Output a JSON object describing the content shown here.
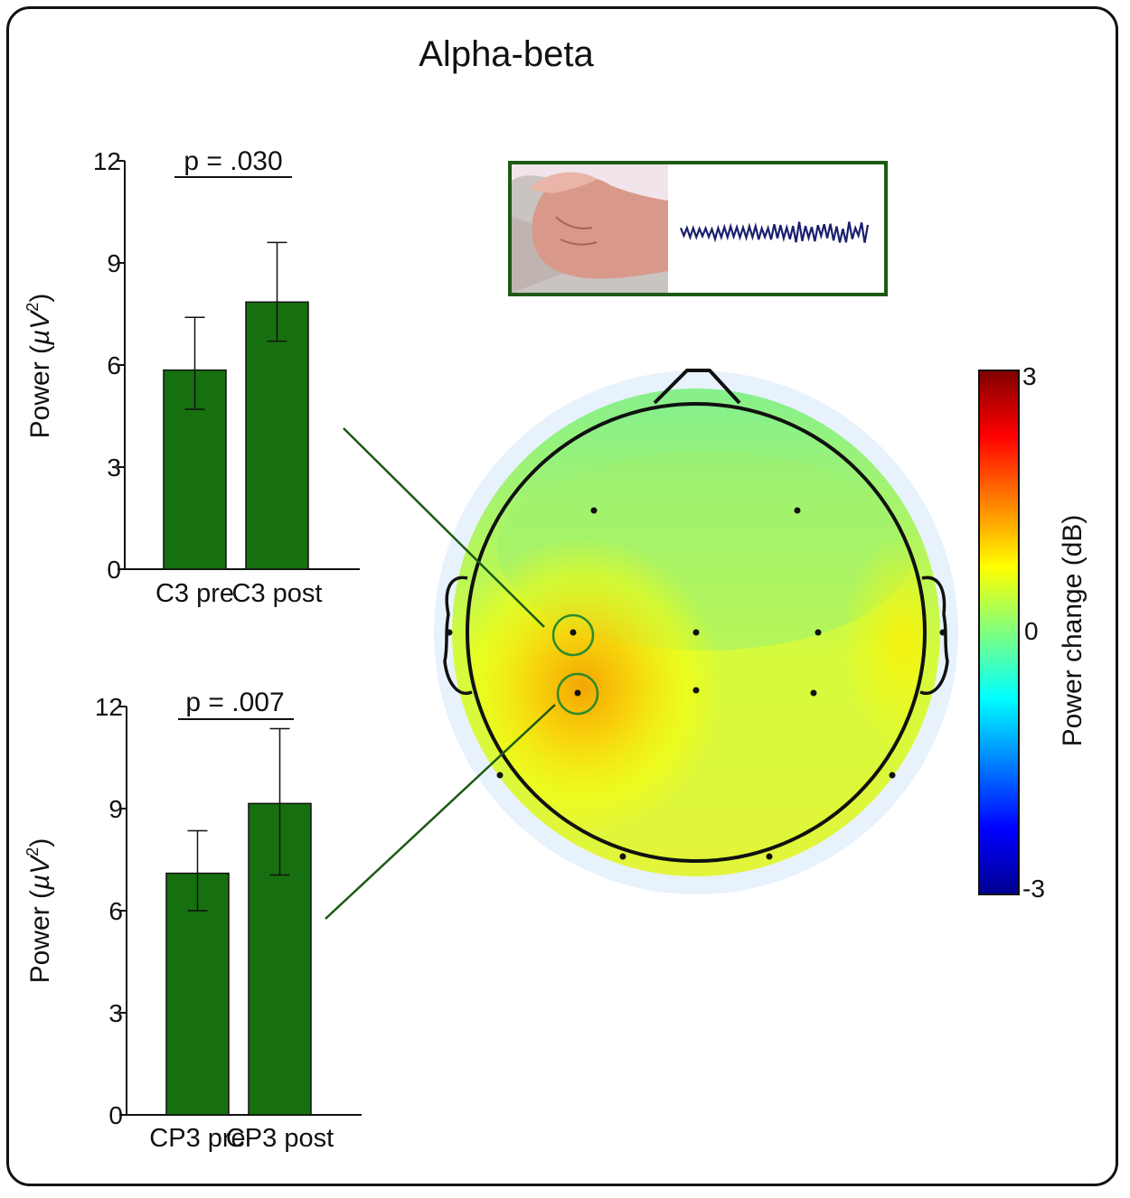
{
  "title": "Alpha-beta",
  "colors": {
    "bar": "#17700f",
    "connector": "#1a5a12",
    "inset_border": "#1e5a14",
    "wave": "#1a1f6e",
    "electrode_ring": "#2f8a2a"
  },
  "chart_data": [
    {
      "type": "bar",
      "categories": [
        "C3 pre",
        "C3 post"
      ],
      "values": [
        5.85,
        7.85
      ],
      "error_low": [
        4.7,
        6.7
      ],
      "error_high": [
        7.4,
        9.6
      ],
      "ylabel": "Power (µV²)",
      "ylabel_main": "Power (",
      "ylabel_unit": "µV",
      "ylabel_exp": "2",
      "ylabel_close": ")",
      "yticks": [
        "0",
        "3",
        "6",
        "9",
        "12"
      ],
      "ylim": [
        0,
        12
      ],
      "annotation": "p = .030"
    },
    {
      "type": "bar",
      "categories": [
        "CP3 pre",
        "CP3 post"
      ],
      "values": [
        7.1,
        9.15
      ],
      "error_low": [
        6.0,
        7.05
      ],
      "error_high": [
        8.35,
        11.35
      ],
      "ylabel": "Power (µV²)",
      "ylabel_main": "Power (",
      "ylabel_unit": "µV",
      "ylabel_exp": "2",
      "ylabel_close": ")",
      "yticks": [
        "0",
        "3",
        "6",
        "9",
        "12"
      ],
      "ylim": [
        0,
        12
      ],
      "annotation": "p = .007"
    },
    {
      "type": "heatmap",
      "subtype": "scalp topography",
      "colorbar": {
        "label": "Power change (dB)",
        "ticks": [
          "3",
          "0",
          "-3"
        ],
        "range": [
          -3,
          3
        ],
        "colormap": "jet"
      },
      "highlighted_electrodes": 2
    }
  ]
}
